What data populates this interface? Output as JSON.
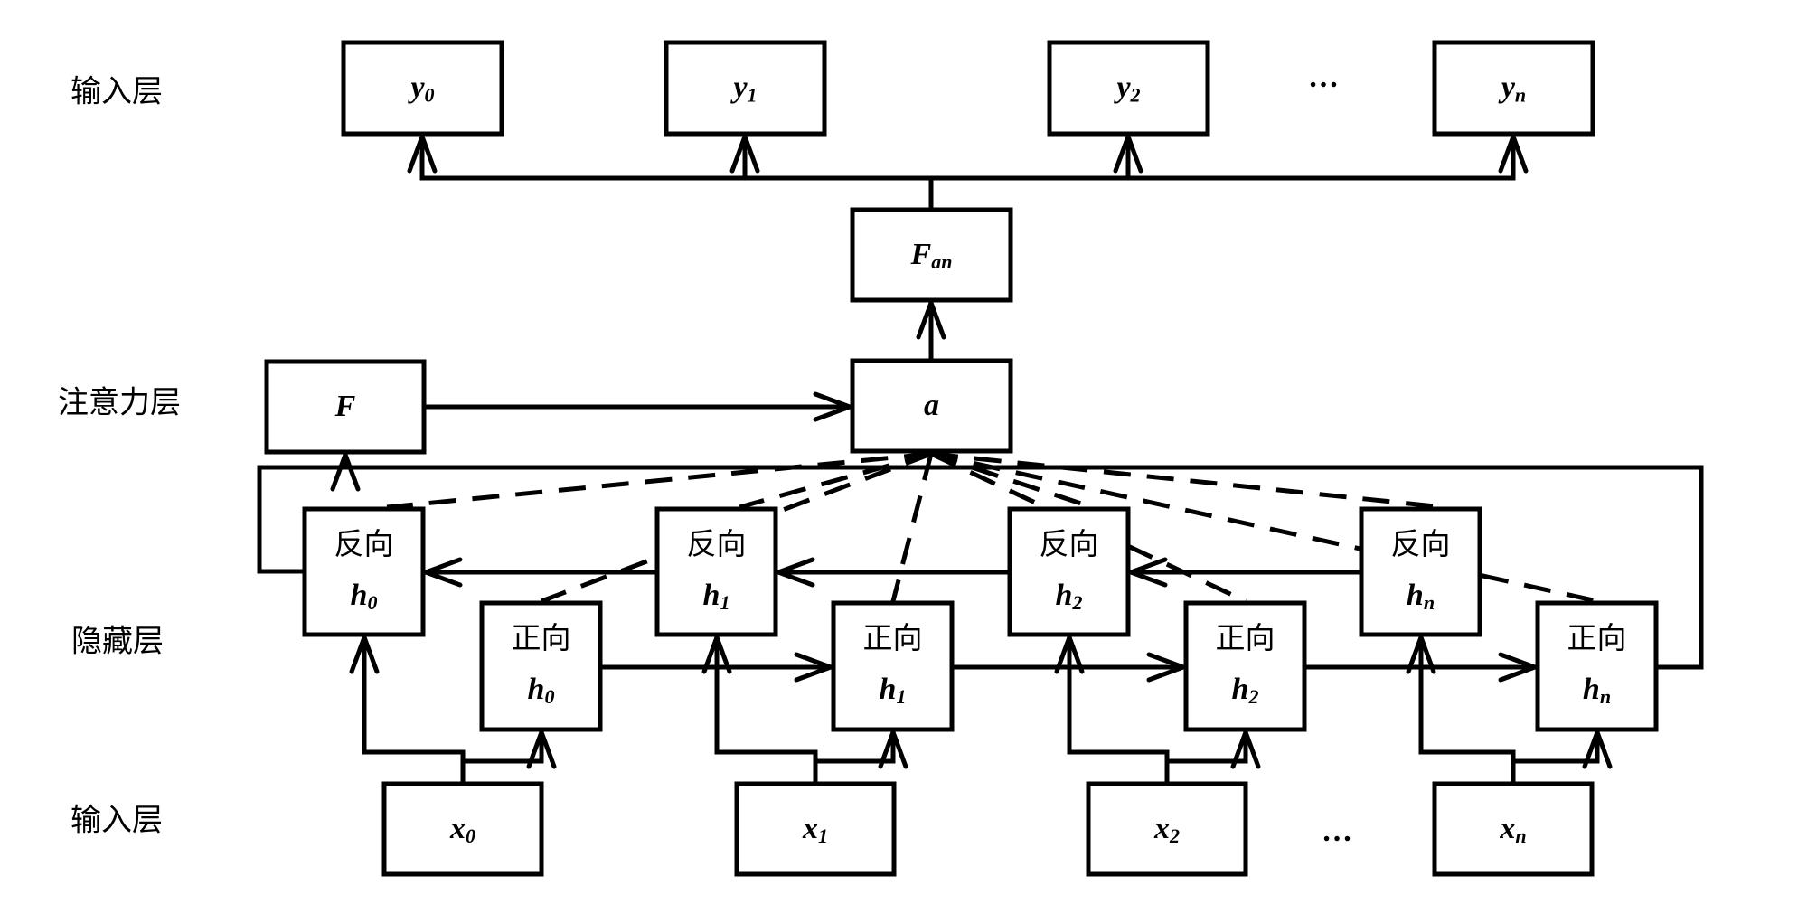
{
  "layer_labels": {
    "output": "输入层",
    "attention": "注意力层",
    "hidden": "隐藏层",
    "input": "输入层"
  },
  "output_nodes": [
    {
      "var": "y",
      "sub": "0"
    },
    {
      "var": "y",
      "sub": "1"
    },
    {
      "var": "y",
      "sub": "2"
    },
    {
      "var": "y",
      "sub": "n"
    }
  ],
  "output_ellipsis": "…",
  "attention": {
    "fan": {
      "var": "F",
      "sub": "an"
    },
    "f": {
      "var": "F",
      "sub": ""
    },
    "a": {
      "var": "a",
      "sub": ""
    }
  },
  "hidden": {
    "backward_label": "反向",
    "forward_label": "正向",
    "units": [
      {
        "var": "h",
        "sub": "0"
      },
      {
        "var": "h",
        "sub": "1"
      },
      {
        "var": "h",
        "sub": "2"
      },
      {
        "var": "h",
        "sub": "n"
      }
    ]
  },
  "input_nodes": [
    {
      "var": "x",
      "sub": "0"
    },
    {
      "var": "x",
      "sub": "1"
    },
    {
      "var": "x",
      "sub": "2"
    },
    {
      "var": "x",
      "sub": "n"
    }
  ],
  "input_ellipsis": "…",
  "colors": {
    "stroke": "#000000",
    "fill": "#ffffff"
  }
}
